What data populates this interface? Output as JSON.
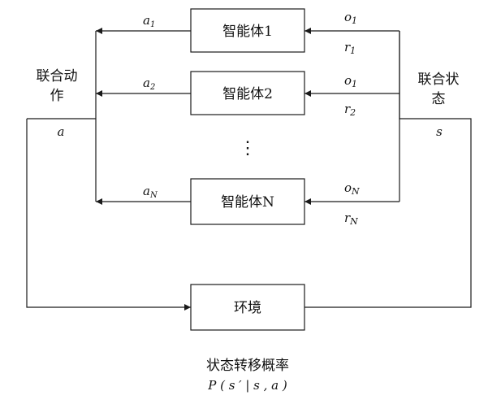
{
  "agents": [
    {
      "label": "智能体1",
      "action": "a",
      "action_sub": "1",
      "obs": "o",
      "obs_sub": "1",
      "reward": "r",
      "reward_sub": "1"
    },
    {
      "label": "智能体2",
      "action": "a",
      "action_sub": "2",
      "obs": "o",
      "obs_sub": "1",
      "reward": "r",
      "reward_sub": "2"
    },
    {
      "label": "智能体N",
      "action": "a",
      "action_sub": "N",
      "obs": "o",
      "obs_sub": "N",
      "reward": "r",
      "reward_sub": "N"
    }
  ],
  "ellipsis": "⋮",
  "joint_action": {
    "line1": "联合动",
    "line2": "作",
    "symbol": "a"
  },
  "joint_state": {
    "line1": "联合状",
    "line2": "态",
    "symbol": "s"
  },
  "environment": {
    "label": "环境"
  },
  "transition": {
    "label": "状态转移概率",
    "formula": "P ( s ′ | s , a )"
  }
}
